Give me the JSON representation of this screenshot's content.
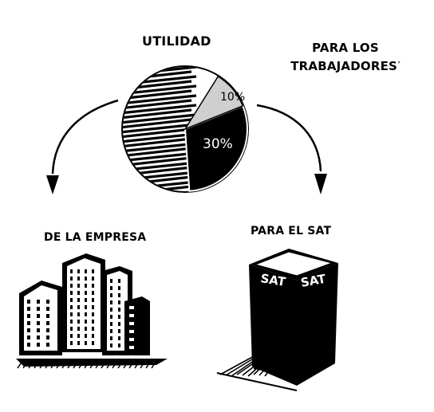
{
  "labels": {
    "utilidad": "UTILIDAD",
    "trabajadores_line1": "PARA LOS",
    "trabajadores_line2": "TRABAJADORES",
    "trabajadores_mark": "ʳ",
    "empresa": "DE LA EMPRESA",
    "sat": "PARA EL SAT",
    "sat_face_left": "SAT",
    "sat_face_right": "SAT"
  },
  "chart_data": {
    "type": "pie",
    "title": "UTILIDAD",
    "slices": [
      {
        "label": "10%",
        "value": 10,
        "color": "#cfcfcf"
      },
      {
        "label": "30%",
        "value": 30,
        "color": "#000000"
      },
      {
        "label": "",
        "value": 60,
        "color": "hatched"
      }
    ]
  },
  "colors": {
    "ink": "#000000",
    "paper": "#ffffff",
    "slice_light": "#cfcfcf"
  }
}
